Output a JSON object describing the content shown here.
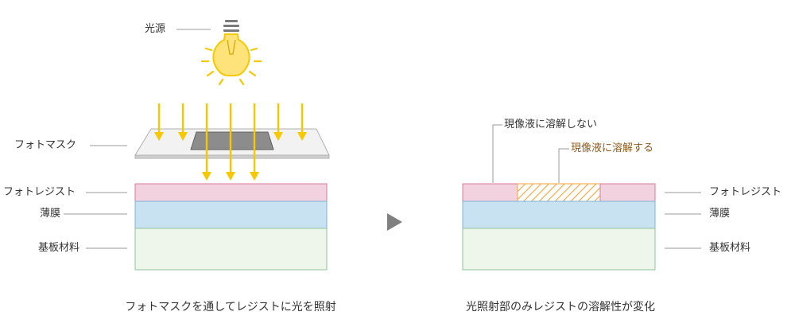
{
  "labels": {
    "light_source": "光源",
    "photomask": "フォトマスク",
    "photoresist": "フォトレジスト",
    "thin_film": "薄膜",
    "substrate": "基板材料",
    "not_dissolve": "現像液に溶解しない",
    "dissolve": "現像液に溶解する"
  },
  "captions": {
    "left": "フォトマスクを通してレジストに光を照射",
    "right": "光照射部のみレジストの溶解性が変化"
  },
  "colors": {
    "light": "#f5c800",
    "resist": "#f2d2de",
    "resist_border": "#d97a9a",
    "film": "#c8e2f1",
    "film_border": "#7fb3d8",
    "substrate": "#eef5ea",
    "substrate_border": "#8cc39a",
    "dissolved": "#f6a53c",
    "mask": "#f0f0f0",
    "mask_window": "#8c8c8c",
    "arrow": "#808080"
  }
}
